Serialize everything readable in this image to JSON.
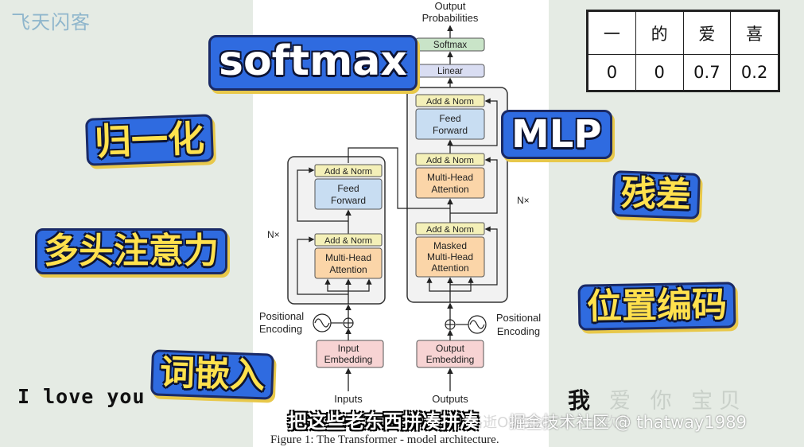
{
  "watermark_logo": "飞天闪客",
  "tags": {
    "softmax": "softmax",
    "normalize": "归一化",
    "mlp": "MLP",
    "residual": "残差",
    "multihead": "多头注意力",
    "posenc": "位置编码",
    "embedding": "词嵌入"
  },
  "table": {
    "headers": [
      "一",
      "的",
      "爱",
      "喜"
    ],
    "values": [
      "0",
      "0",
      "0.7",
      "0.2"
    ]
  },
  "diagram": {
    "output_probabilities_line1": "Output",
    "output_probabilities_line2": "Probabilities",
    "softmax": "Softmax",
    "linear": "Linear",
    "add_norm": "Add & Norm",
    "feed": "Feed",
    "forward": "Forward",
    "multi_head": "Multi-Head",
    "attention": "Attention",
    "masked": "Masked",
    "n_times": "N×",
    "positional": "Positional",
    "encoding": "Encoding",
    "input": "Input",
    "output": "Output",
    "embedding": "Embedding",
    "inputs": "Inputs",
    "outputs": "Outputs"
  },
  "caption": "Figure 1: The Transformer - model architecture.",
  "bottom_left_text": "I  love  you",
  "bottom_right_char": "我",
  "ghost_chars": "爱 你 宝贝",
  "subtitle": "把这些老东西拼凑拼凑",
  "watermark_faint": "公众号 · 那路逝OS与SoC嵌入式软件",
  "watermark_main": "掘金技术社区 @ thatway1989"
}
